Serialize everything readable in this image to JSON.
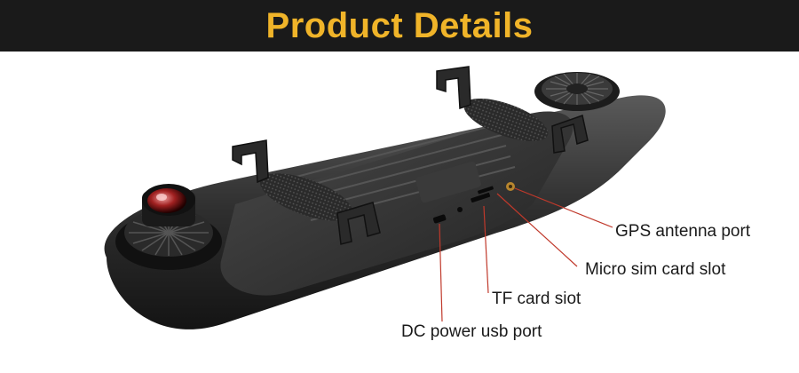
{
  "header": {
    "title": "Product Details"
  },
  "callouts": {
    "gps": "GPS  antenna port",
    "sim": "Micro sim card slot",
    "tf": "TF card siot",
    "dc": "DC power usb port"
  },
  "colors": {
    "header_bg": "#1a1a1a",
    "title": "#f0b429",
    "callout_line": "#c0392b"
  }
}
